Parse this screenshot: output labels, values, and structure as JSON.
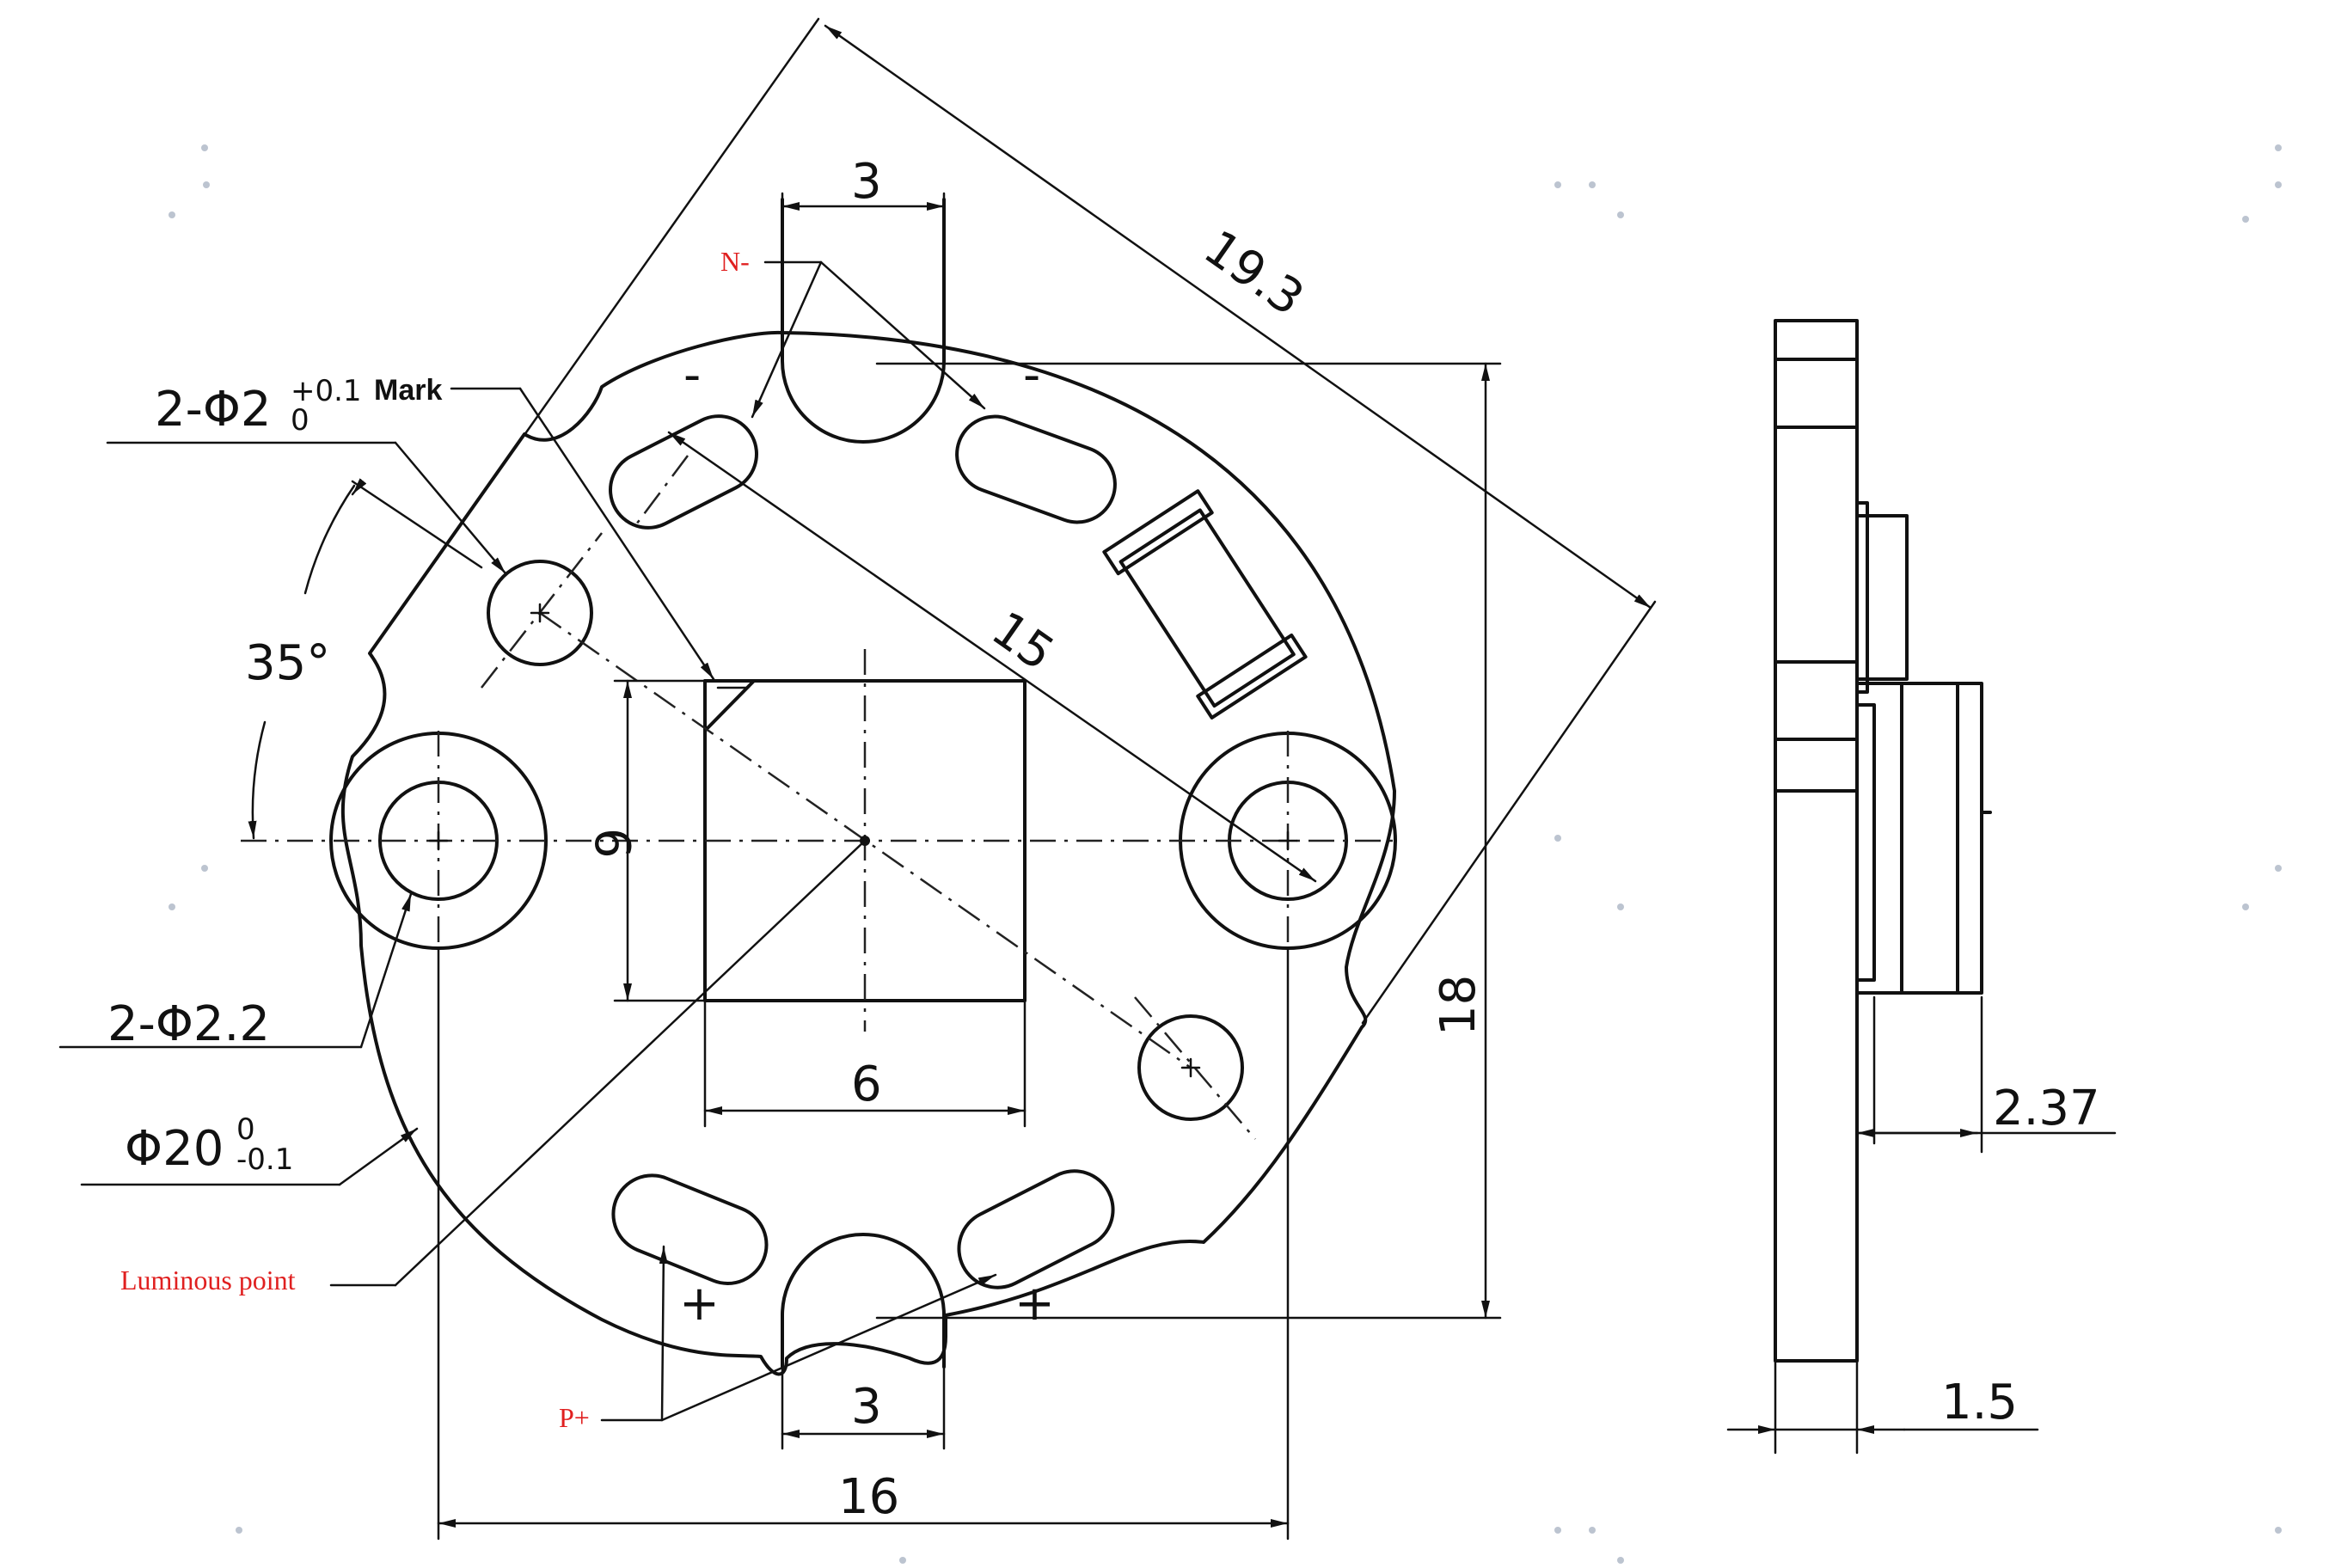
{
  "annotations": {
    "n_minus": "N-",
    "p_plus": "P+",
    "mark": "Mark",
    "luminous_point": "Luminous point"
  },
  "dimensions": {
    "slot_top_width": "3",
    "slot_bottom_width": "3",
    "diagonal": "19.3",
    "hole_spacing": "15",
    "angle": "35°",
    "square_height": "6",
    "square_width": "6",
    "height": "18",
    "width": "16",
    "small_holes": "2-Φ2",
    "small_holes_tol_upper": "+0.1",
    "small_holes_tol_lower": "0",
    "large_holes": "2-Φ2.2",
    "outer_diameter": "Φ20",
    "outer_tol_upper": "0",
    "outer_tol_lower": "-0.1",
    "side_offset": "2.37",
    "thickness": "1.5"
  },
  "symbols": {
    "minus_left": "-",
    "minus_right": "-",
    "plus_left": "+",
    "plus_right": "+"
  }
}
